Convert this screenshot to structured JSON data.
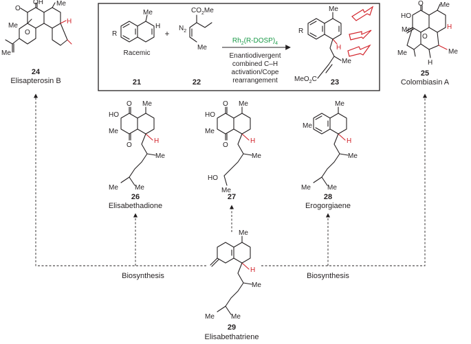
{
  "compounds": {
    "c24": {
      "number": "24",
      "name": "Elisapterosin B",
      "atoms": {
        "oh": "OH",
        "o1": "O",
        "o2": "O",
        "me": "Me",
        "me2": "Me",
        "me3": "Me",
        "h": "H"
      }
    },
    "c25": {
      "number": "25",
      "name": "Colombiasin A",
      "atoms": {
        "ho": "HO",
        "o1": "O",
        "o2": "O",
        "me": "Me",
        "me2": "Me",
        "me3": "Me",
        "me4": "Me",
        "h": "H",
        "h2": "H"
      }
    },
    "c26": {
      "number": "26",
      "name": "Elisabethadione",
      "atoms": {
        "ho": "HO",
        "o1": "O",
        "o2": "O",
        "me": "Me",
        "me2": "Me",
        "me3": "Me",
        "me4": "Me",
        "me5": "Me",
        "h": "H"
      }
    },
    "c27": {
      "number": "27",
      "atoms": {
        "ho": "HO",
        "o1": "O",
        "o2": "O",
        "me": "Me",
        "me2": "Me",
        "me3": "Me",
        "me4": "Me",
        "ho2": "HO",
        "h": "H"
      }
    },
    "c28": {
      "number": "28",
      "name": "Erogorgiaene",
      "atoms": {
        "me": "Me",
        "me2": "Me",
        "me3": "Me",
        "me4": "Me",
        "me5": "Me",
        "h": "H"
      }
    },
    "c29": {
      "number": "29",
      "name": "Elisabethatriene",
      "atoms": {
        "me": "Me",
        "me2": "Me",
        "me3": "Me",
        "me4": "Me",
        "h": "H"
      }
    }
  },
  "reaction": {
    "reagent21": {
      "number": "21",
      "tag": "Racemic",
      "r": "R",
      "me": "Me",
      "h": "H"
    },
    "reagent22": {
      "number": "22",
      "n2": "N",
      "n2sub": "2",
      "ester": "CO",
      "ester_sub": "2",
      "ester_me": "Me",
      "me": "Me"
    },
    "plus": "+",
    "catalyst_rh": "Rh",
    "catalyst_rh_sub": "2",
    "catalyst_ligand": "(R-DOSP)",
    "catalyst_sub": "4",
    "conditions": [
      "Enantiodivergent",
      "combined C–H",
      "activation/Cope",
      "rearrangement"
    ],
    "product23": {
      "number": "23",
      "r": "R",
      "me": "Me",
      "me2": "Me",
      "h": "H",
      "ester": "MeO",
      "ester_sub": "2",
      "ester_c": "C"
    }
  },
  "biosynthesis_labels": [
    "Biosynthesis",
    "Biosynthesis"
  ],
  "colors": {
    "text": "#231f20",
    "stereo_red": "#d2232a",
    "catalyst_green": "#1a9a48"
  }
}
